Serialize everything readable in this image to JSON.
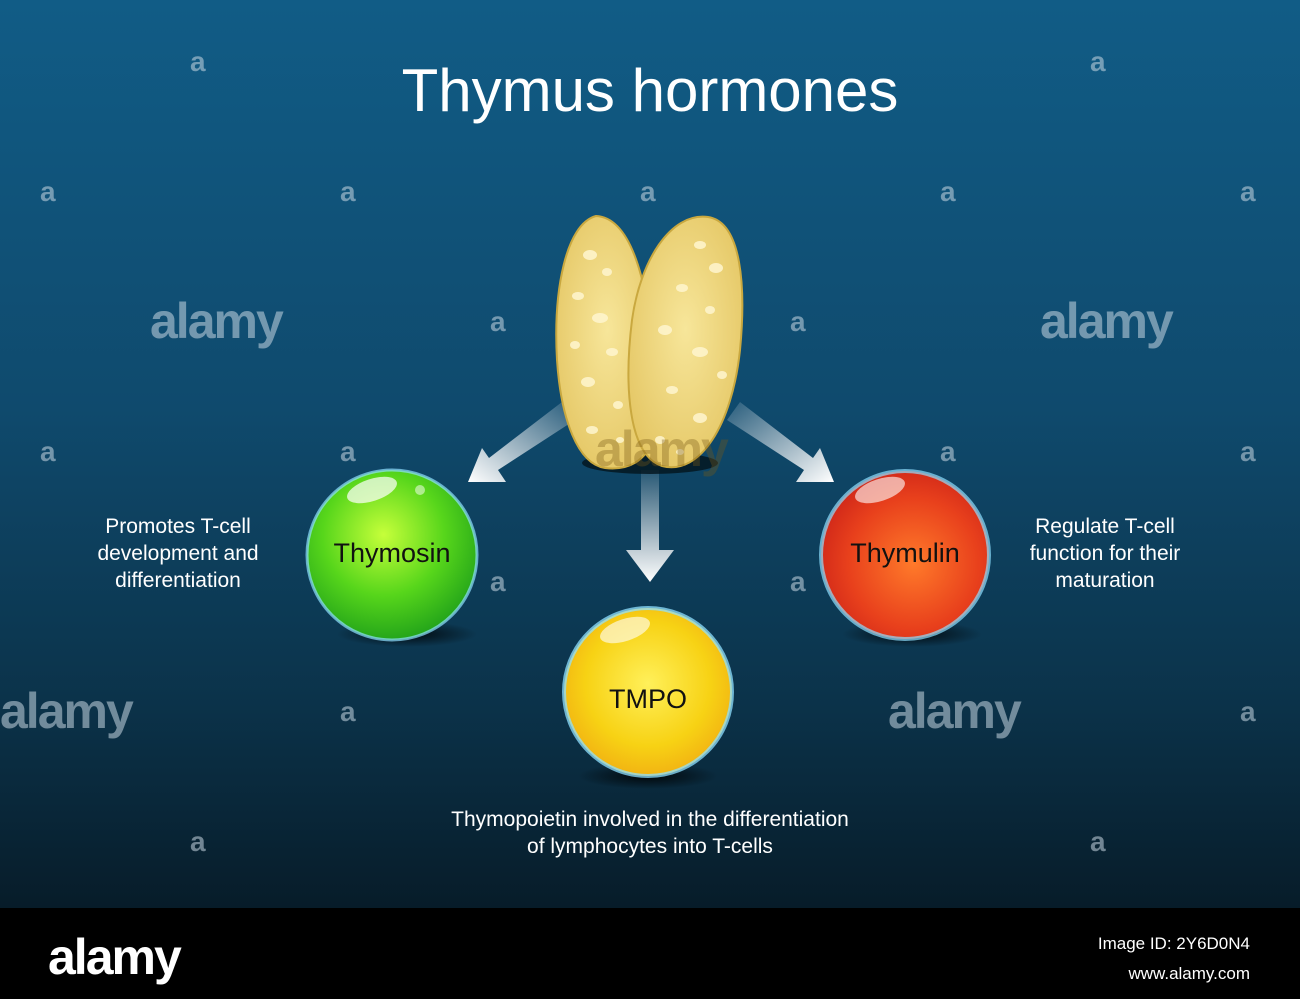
{
  "diagram": {
    "title": "Thymus hormones",
    "hormones": [
      {
        "name": "Thymosin",
        "description": "Promotes T-cell\ndevelopment and\ndifferentiation",
        "color": "#3fce14"
      },
      {
        "name": "TMPO",
        "description": "Thymopoietin involved in the differentiation\nof lymphocytes into T-cells",
        "color": "#f5cf10"
      },
      {
        "name": "Thymulin",
        "description": "Regulate T-cell\nfunction for their\nmaturation",
        "color": "#e2391a"
      }
    ],
    "background_color": "#115c86"
  },
  "watermark": {
    "small": "a",
    "big": "alamy"
  },
  "footer": {
    "logo": "alamy",
    "image_id": "Image ID: 2Y6D0N4",
    "site": "www.alamy.com"
  }
}
